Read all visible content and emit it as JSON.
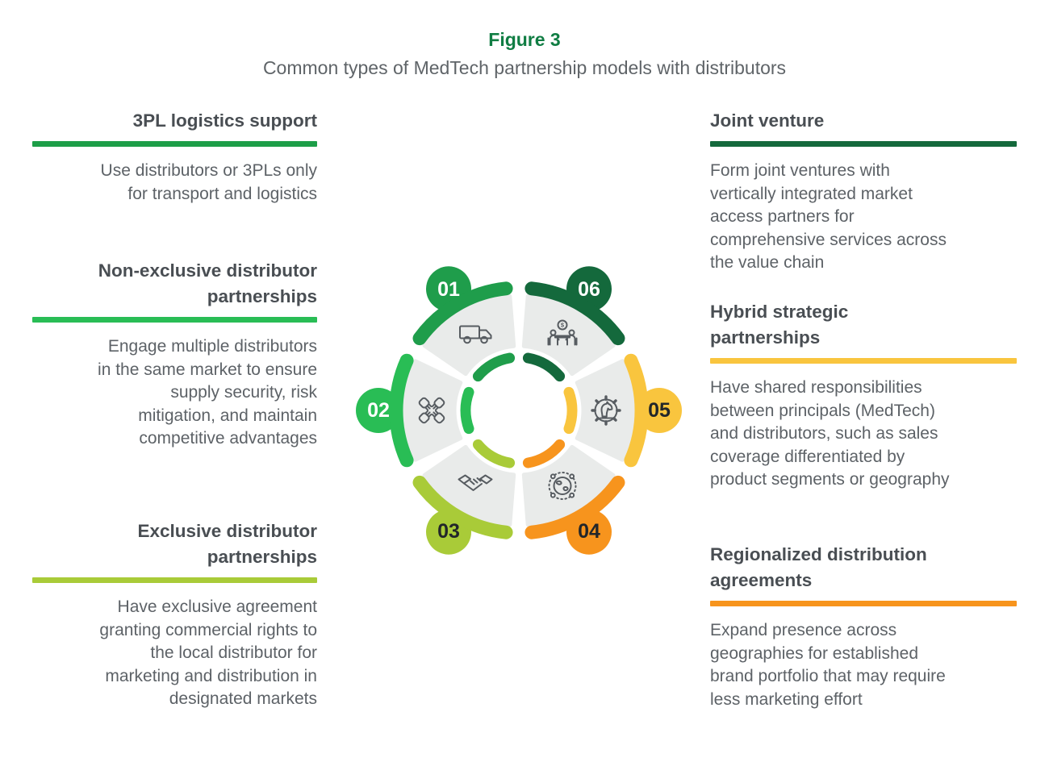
{
  "header": {
    "figure_label": "Figure 3",
    "subtitle": "Common types of MedTech partnership models with distributors"
  },
  "sections": {
    "left": [
      {
        "title": "3PL logistics support",
        "body": "Use distributors or 3PLs only\nfor transport and logistics",
        "accent_color": "#1d9e48"
      },
      {
        "title": "Non-exclusive distributor\npartnerships",
        "body": "Engage multiple distributors\nin the same market to ensure\nsupply security, risk\nmitigation, and maintain\ncompetitive advantages",
        "accent_color": "#29bd55"
      },
      {
        "title": "Exclusive distributor\npartnerships",
        "body": "Have exclusive agreement\ngranting commercial rights to\nthe local distributor for\nmarketing and distribution in\ndesignated markets",
        "accent_color": "#a9cb38"
      }
    ],
    "right": [
      {
        "title": "Joint venture",
        "body": "Form joint ventures with\nvertically integrated market\naccess partners for\ncomprehensive services across\nthe value chain",
        "accent_color": "#14693c"
      },
      {
        "title": "Hybrid strategic\npartnerships",
        "body": "Have shared responsibilities\nbetween principals (MedTech)\nand distributors, such as sales\ncoverage differentiated by\nproduct segments or geography",
        "accent_color": "#f9c53e"
      },
      {
        "title": "Regionalized distribution\nagreements",
        "body": "Expand presence across\ngeographies for established\nbrand portfolio that may require\nless marketing effort",
        "accent_color": "#f7941d"
      }
    ]
  },
  "wheel": {
    "dollar_glyph": "$",
    "segments": [
      {
        "number": "01",
        "color": "#1f9d4b",
        "number_color": "#ffffff",
        "icon": "truck-icon"
      },
      {
        "number": "02",
        "color": "#29bd55",
        "number_color": "#ffffff",
        "icon": "team-hands-icon"
      },
      {
        "number": "03",
        "color": "#a9cb38",
        "number_color": "#22262a",
        "icon": "handshake-icon"
      },
      {
        "number": "04",
        "color": "#f7941d",
        "number_color": "#22262a",
        "icon": "globe-network-icon"
      },
      {
        "number": "05",
        "color": "#f9c53e",
        "number_color": "#22262a",
        "icon": "strategy-knight-gear-icon"
      },
      {
        "number": "06",
        "color": "#14693c",
        "number_color": "#ffffff",
        "icon": "negotiation-money-icon"
      }
    ]
  }
}
